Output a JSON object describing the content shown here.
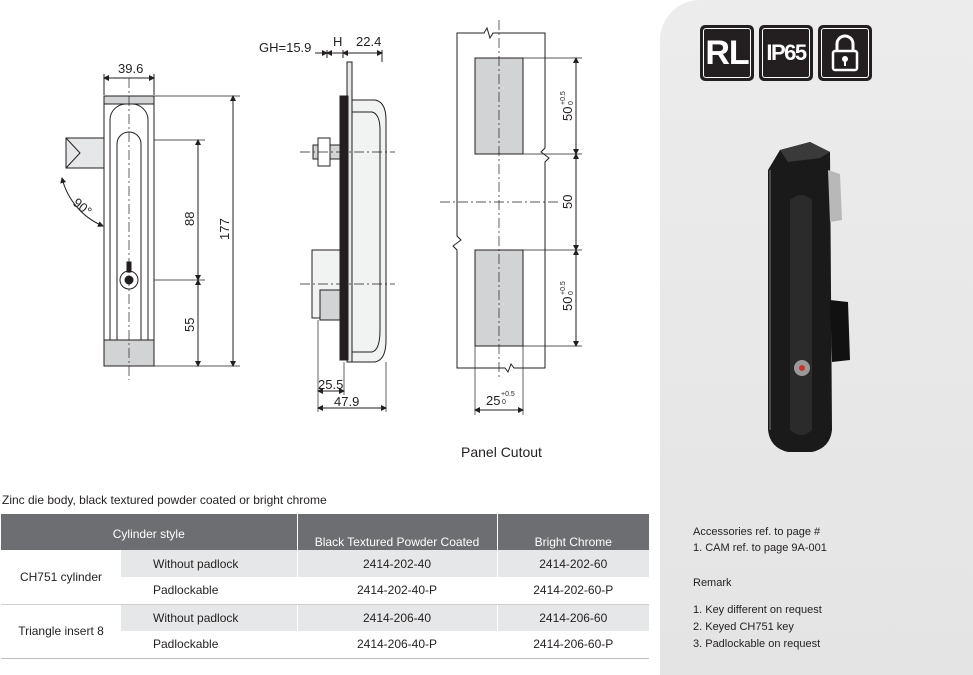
{
  "drawings": {
    "front_view": {
      "width_dim": "39.6",
      "angle_dim": "90°",
      "dim_88": "88",
      "dim_177": "177",
      "dim_55": "55"
    },
    "side_view": {
      "gh_dim": "GH=15.9",
      "h_dim": "H",
      "depth_dim": "22.4",
      "bottom_dim_1": "25.5",
      "bottom_dim_2": "47.9"
    },
    "cutout": {
      "upper_height": "50",
      "upper_tolerance": "+0.5",
      "upper_tolerance_low": "0",
      "gap_dim": "50",
      "lower_height": "50",
      "lower_tolerance": "+0.5",
      "lower_tolerance_low": "0",
      "width_dim": "25",
      "width_tolerance": "+0.5",
      "width_tolerance_low": "0",
      "caption": "Panel Cutout"
    }
  },
  "description": "Zinc die body, black textured powder coated or bright chrome",
  "table": {
    "headers": {
      "cylinder_style": "Cylinder style",
      "black": "Black Textured Powder Coated",
      "chrome": "Bright Chrome"
    },
    "groups": [
      {
        "name": "CH751 cylinder",
        "rows": [
          {
            "style": "Without padlock",
            "black": "2414-202-40",
            "chrome": "2414-202-60"
          },
          {
            "style": "Padlockable",
            "black": "2414-202-40-P",
            "chrome": "2414-202-60-P"
          }
        ]
      },
      {
        "name": "Triangle insert 8",
        "rows": [
          {
            "style": "Without padlock",
            "black": "2414-206-40",
            "chrome": "2414-206-60"
          },
          {
            "style": "Padlockable",
            "black": "2414-206-40-P",
            "chrome": "2414-206-60-P"
          }
        ]
      }
    ]
  },
  "side_panel": {
    "badges": {
      "rl": "RL",
      "ip": "IP65",
      "lock": "padlock-icon"
    },
    "accessories_line1": "Accessories ref. to page #",
    "accessories_line2": "1. CAM  ref. to page 9A-001",
    "remark_title": "Remark",
    "remarks": [
      "1.  Key different on request",
      "2. Keyed CH751 key",
      "3. Padlockable on request"
    ]
  },
  "colors": {
    "header_bg": "#6d6e71",
    "row_shade": "#e6e7e8",
    "panel_bg": "#e8e8e8",
    "badge_bg": "#231f20"
  }
}
